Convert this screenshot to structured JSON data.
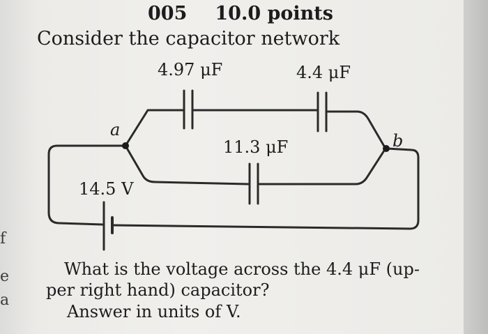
{
  "problem": {
    "number": "005",
    "points": "10.0 points",
    "intro": "Consider the capacitor network"
  },
  "circuit": {
    "cap_top_left": "4.97 μF",
    "cap_top_right": "4.4 μF",
    "cap_middle": "11.3 μF",
    "node_a": "a",
    "node_b": "b",
    "battery_voltage": "14.5 V"
  },
  "question": {
    "line1": "What is the voltage across the 4.4 μF (up-",
    "line2": "per right hand) capacitor?",
    "line3": "Answer in units of V."
  },
  "left_margin_fragments": [
    "f",
    "e",
    "a"
  ],
  "colors": {
    "ink": "#1c1c1c",
    "paper": "#f0efec",
    "wire": "#2a2a2a"
  }
}
